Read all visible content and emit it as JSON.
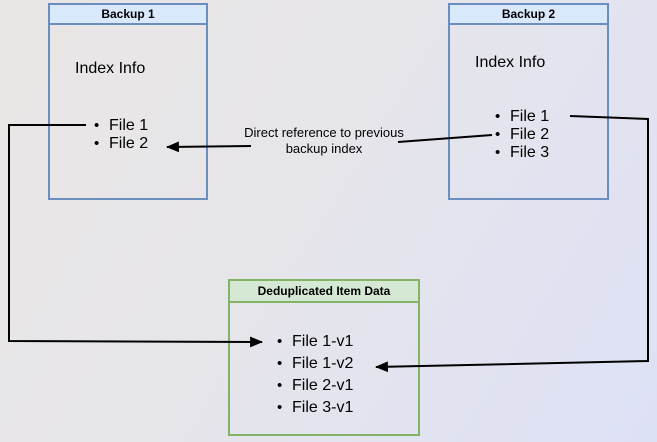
{
  "diagram": {
    "backup1": {
      "title": "Backup 1",
      "label": "Index Info",
      "files": [
        "File 1",
        "File 2"
      ]
    },
    "backup2": {
      "title": "Backup 2",
      "label": "Index Info",
      "files": [
        "File 1",
        "File 2",
        "File 3"
      ]
    },
    "dedup": {
      "title": "Deduplicated Item Data",
      "items": [
        "File 1-v1",
        "File 1-v2",
        "File 2-v1",
        "File 3-v1"
      ]
    },
    "annotation": "Direct reference to previous backup index",
    "edges": [
      {
        "from": "Backup 1 / File 1",
        "to": "Deduplicated Item Data / File 1-v1",
        "label": ""
      },
      {
        "from": "Backup 2 / File 1",
        "to": "Deduplicated Item Data / File 1-v2",
        "label": ""
      },
      {
        "from": "Backup 2 / File 2",
        "to": "Backup 1 / File 2",
        "label": "Direct reference to previous backup index"
      }
    ],
    "colors": {
      "blue_header_fill": "#dae8fc",
      "blue_border": "#6c8ebf",
      "green_header_fill": "#d5e8d4",
      "green_border": "#82b366",
      "arrow": "#000000",
      "background_top_left": "#e8e5e4",
      "background_bottom_right": "#dee1f6"
    }
  }
}
